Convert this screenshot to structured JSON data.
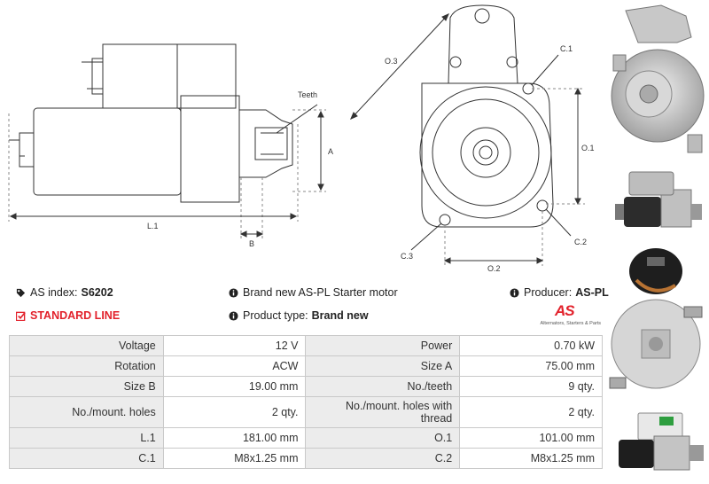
{
  "drawing": {
    "labels": {
      "teeth": "Teeth",
      "a": "A",
      "b": "B",
      "l1": "L.1",
      "o3": "O.3",
      "c1": "C.1",
      "o1": "O.1",
      "c2": "C.2",
      "c3": "C.3",
      "o2": "O.2"
    }
  },
  "info": {
    "as_index_label": "AS index:",
    "as_index_value": "S6202",
    "standard_line": "STANDARD LINE",
    "description": "Brand new AS-PL Starter motor",
    "product_type_label": "Product type:",
    "product_type_value": "Brand new",
    "producer_label": "Producer:",
    "producer_value": "AS-PL",
    "logo_text": "AS",
    "logo_tagline": "Alternators, Starters & Parts"
  },
  "specs": {
    "rows": [
      {
        "k1": "Voltage",
        "v1": "12 V",
        "k2": "Power",
        "v2": "0.70 kW"
      },
      {
        "k1": "Rotation",
        "v1": "ACW",
        "k2": "Size A",
        "v2": "75.00 mm"
      },
      {
        "k1": "Size B",
        "v1": "19.00 mm",
        "k2": "No./teeth",
        "v2": "9 qty."
      },
      {
        "k1": "No./mount. holes",
        "v1": "2 qty.",
        "k2": "No./mount. holes with thread",
        "v2": "2 qty."
      },
      {
        "k1": "L.1",
        "v1": "181.00 mm",
        "k2": "O.1",
        "v2": "101.00 mm"
      },
      {
        "k1": "C.1",
        "v1": "M8x1.25 mm",
        "k2": "C.2",
        "v2": "M8x1.25 mm"
      }
    ]
  },
  "colors": {
    "accent_red": "#e2212b",
    "label_gray": "#ececec",
    "border": "#c9c9c9"
  }
}
